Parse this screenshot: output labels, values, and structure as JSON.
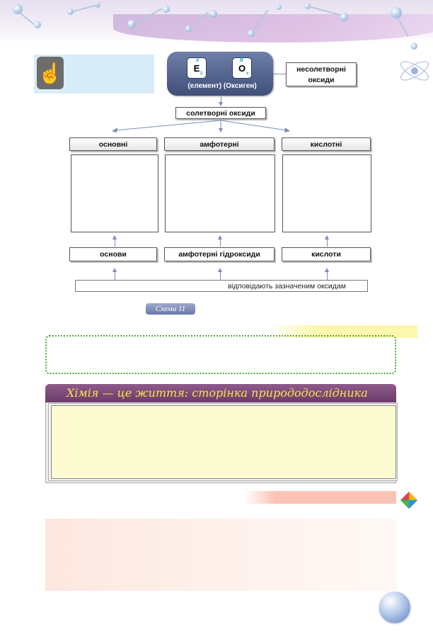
{
  "diagram": {
    "formula": {
      "element_symbol": "E",
      "element_valence": "x",
      "element_subscript": "2",
      "oxygen_symbol": "O",
      "oxygen_valence": "II",
      "oxygen_subscript": "x",
      "caption": "(елемент) (Оксиген)"
    },
    "non_salt_forming": "несолетворні оксиди",
    "salt_forming": "солетворні оксиди",
    "categories": [
      "основні",
      "амфотерні",
      "кислотні"
    ],
    "compounds": [
      "основи",
      "амфотерні гідроксиди",
      "кислоти"
    ],
    "correspond_note": "відповідають зазначеним оксидам"
  },
  "schema_label": "Схема 11",
  "chem_section": {
    "title": "Хімія — це життя: сторінка природодослідника"
  },
  "colors": {
    "green_border": "#4ea83d",
    "panel_title": "#6a3b6a",
    "panel_title_text": "#fbe24a",
    "yellow_panel": "#fdfbd2",
    "pink_panel": "#fde7e0"
  },
  "icons": {
    "pointer": "pointing-hand-icon",
    "diamond": "colored-diamond-icon"
  }
}
